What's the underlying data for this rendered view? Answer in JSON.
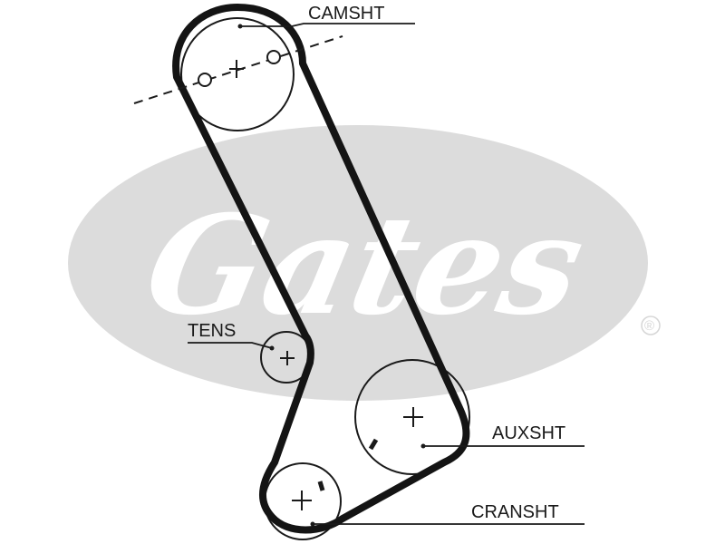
{
  "brand": {
    "wordmark": "Gates",
    "registered_mark": "®",
    "watermark_color": "#dcdcdc"
  },
  "labels": {
    "camshaft": "CAMSHT",
    "tensioner": "TENS",
    "auxiliary": "AUXSHT",
    "crankshaft": "CRANSHT"
  },
  "colors": {
    "belt": "#141414",
    "line": "#1a1a1a"
  }
}
